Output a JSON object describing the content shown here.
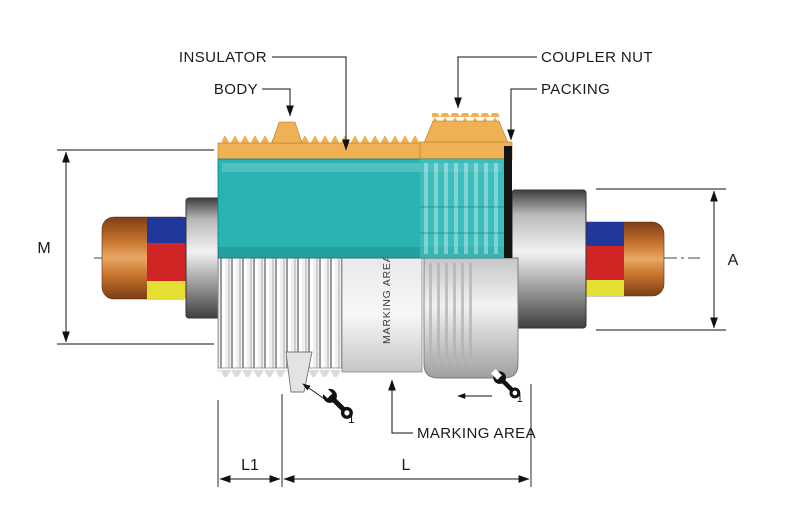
{
  "callouts": {
    "insulator": "INSULATOR",
    "body": "BODY",
    "coupler_nut": "COUPLER NUT",
    "packing": "PACKING",
    "marking_area": "MARKING AREA"
  },
  "part_texts": {
    "marking_area_vertical": "MARKING AREA"
  },
  "dimensions": {
    "height_left": "M",
    "height_right": "A",
    "length_thread": "L1",
    "length_total": "L"
  },
  "wrench": {
    "left_size": "1",
    "right_size": "1"
  },
  "colors": {
    "insulator": "#2ab3b3",
    "insulator_ribbed": "#49c4c2",
    "body": "#f0b154",
    "packing": "#141414",
    "wire_blue": "#20379b",
    "wire_red": "#d12424",
    "wire_yellow": "#e6df33",
    "copper_dark": "#7c3e14",
    "copper_mid": "#c9762f",
    "copper_light": "#e8a866",
    "metal_dark": "#3f3f3f",
    "metal_light": "#f2f2f2"
  }
}
